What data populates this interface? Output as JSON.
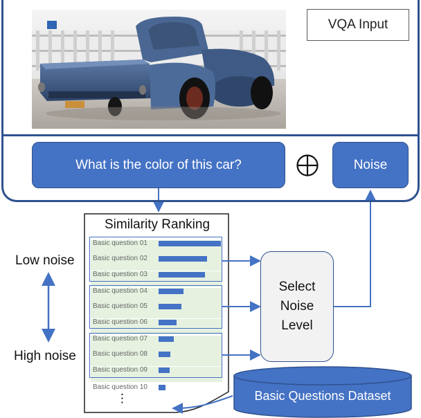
{
  "vqa_input_label": "VQA Input",
  "question": "What is the color of this car?",
  "noise_label": "Noise",
  "ranking": {
    "title": "Similarity Ranking",
    "questions": [
      {
        "label": "Basic question 01",
        "score": 1.0
      },
      {
        "label": "Basic question 02",
        "score": 0.78
      },
      {
        "label": "Basic question 03",
        "score": 0.74
      },
      {
        "label": "Basic question 04",
        "score": 0.4
      },
      {
        "label": "Basic question 05",
        "score": 0.37
      },
      {
        "label": "Basic question 06",
        "score": 0.29
      },
      {
        "label": "Basic question 07",
        "score": 0.24
      },
      {
        "label": "Basic question 08",
        "score": 0.19
      },
      {
        "label": "Basic question 09",
        "score": 0.18
      },
      {
        "label": "Basic question 10",
        "score": 0.11
      }
    ],
    "ellipsis": "⋮"
  },
  "select_noise_level": [
    "Select",
    "Noise",
    "Level"
  ],
  "low_noise_label": "Low noise",
  "high_noise_label": "High noise",
  "dataset_label": "Basic Questions Dataset",
  "icons": {
    "combine": "oplus-icon"
  },
  "colors": {
    "accent": "#4472c4",
    "border": "#2f528f",
    "group_fill": "#e2efda"
  }
}
